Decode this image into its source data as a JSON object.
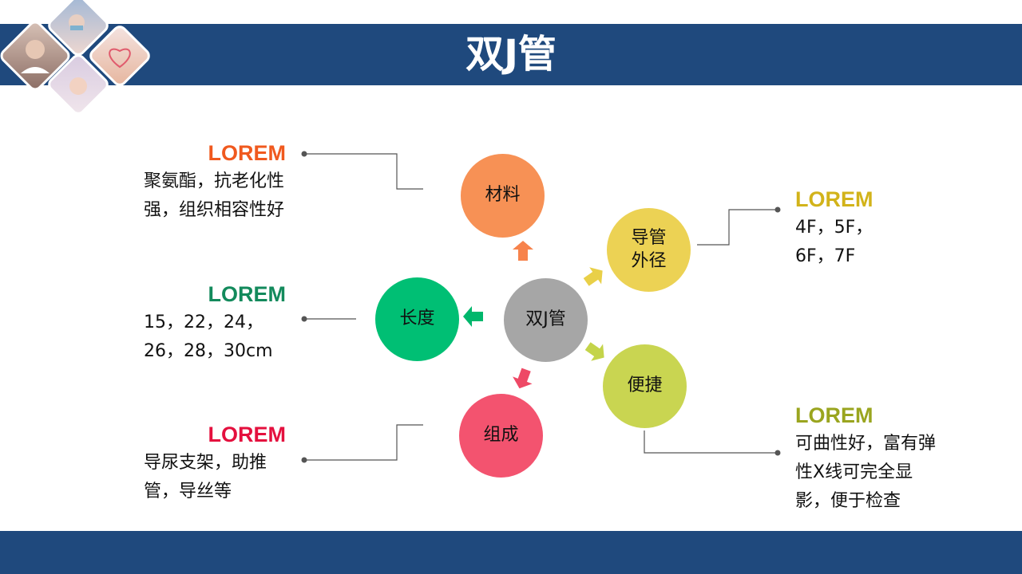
{
  "header": {
    "title": "双J管"
  },
  "diagram": {
    "center": {
      "label": "双J管",
      "color": "#a6a6a6"
    },
    "nodes": [
      {
        "id": "material",
        "label": "材料",
        "color": "#f79155"
      },
      {
        "id": "diameter",
        "label": "导管\n外径",
        "color": "#ecd254"
      },
      {
        "id": "length",
        "label": "长度",
        "color": "#00bf74"
      },
      {
        "id": "convenience",
        "label": "便捷",
        "color": "#c9d551"
      },
      {
        "id": "composition",
        "label": "组成",
        "color": "#f3536f"
      }
    ],
    "arrow_colors": {
      "material": "#f7834c",
      "diameter": "#e9d048",
      "length": "#00b76c",
      "convenience": "#c4d44a",
      "composition": "#ee4966"
    }
  },
  "callouts": [
    {
      "id": "material",
      "heading": "LOREM",
      "color": "#f0591e",
      "text": "聚氨酯，抗老化性强，组织相容性好"
    },
    {
      "id": "length",
      "heading": "LOREM",
      "color": "#138a5c",
      "text": "15，22，24，26，28，30cm"
    },
    {
      "id": "composition",
      "heading": "LOREM",
      "color": "#e4103e",
      "text": "导尿支架，助推管，导丝等"
    },
    {
      "id": "diameter",
      "heading": "LOREM",
      "color": "#d2b31a",
      "text": "4F，5F， 6F，7F"
    },
    {
      "id": "convenience",
      "heading": "LOREM",
      "color": "#9aa51f",
      "text": "可曲性好，富有弹性X线可完全显影，便于检查"
    }
  ],
  "decor": {
    "connector_color": "#555555",
    "brand_color": "#1f497d"
  }
}
